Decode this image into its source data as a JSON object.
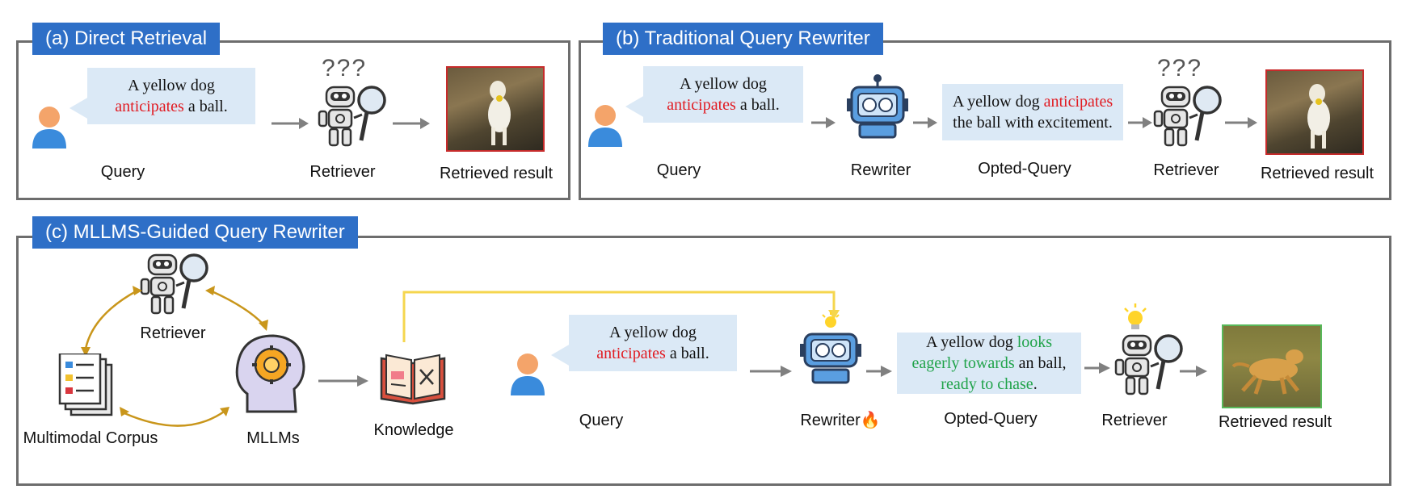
{
  "panel_a": {
    "title": "(a) Direct Retrieval",
    "bubble": {
      "line1": "A yellow dog",
      "red": "anticipates",
      "rest": " a ball."
    },
    "query_label": "Query",
    "retriever_label": "Retriever",
    "result_label": "Retrieved result",
    "question_marks": "???"
  },
  "panel_b": {
    "title": "(b) Traditional Query Rewriter",
    "bubble": {
      "line1": "A yellow dog",
      "red": "anticipates",
      "rest": " a ball."
    },
    "opted": {
      "pre": "A yellow dog ",
      "red": "anticipates",
      "line2": "the ball with excitement."
    },
    "query_label": "Query",
    "rewriter_label": "Rewriter",
    "opted_label": "Opted-Query",
    "retriever_label": "Retriever",
    "result_label": "Retrieved result",
    "question_marks": "???"
  },
  "panel_c": {
    "title": "(c) MLLMS-Guided Query Rewriter",
    "retriever_top_label": "Retriever",
    "corpus_label": "Multimodal Corpus",
    "mllms_label": "MLLMs",
    "knowledge_label": "Knowledge",
    "bubble": {
      "line1": "A yellow dog",
      "red": "anticipates",
      "rest": " a ball."
    },
    "opted": {
      "pre": "A yellow dog ",
      "g1": "looks",
      "g2": "eagerly towards",
      "mid": " an ball,",
      "g3": "ready to chase",
      "end": "."
    },
    "query_label": "Query",
    "rewriter_label": "Rewriter",
    "fire_emoji": "🔥",
    "opted_label": "Opted-Query",
    "retriever_label": "Retriever",
    "result_label": "Retrieved result"
  },
  "colors": {
    "title_bg": "#2e6fc7",
    "bubble_bg": "#dbe9f6",
    "highlight_red": "#e11b22",
    "highlight_green": "#20a34a",
    "knowledge_line": "#f5d64e",
    "cycle_arrow": "#c9961b"
  }
}
